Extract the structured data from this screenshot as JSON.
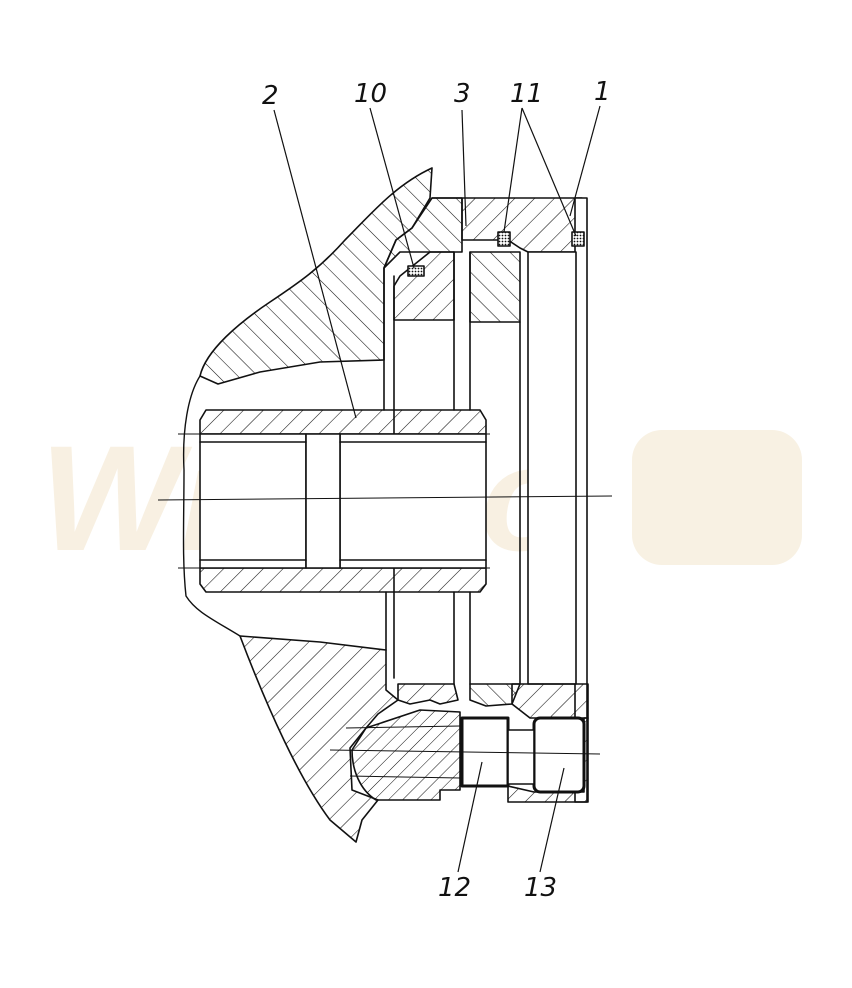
{
  "drawing": {
    "callouts": [
      {
        "id": "2",
        "label": "2"
      },
      {
        "id": "10",
        "label": "10"
      },
      {
        "id": "3",
        "label": "3"
      },
      {
        "id": "11",
        "label": "11"
      },
      {
        "id": "1",
        "label": "1"
      },
      {
        "id": "12",
        "label": "12"
      },
      {
        "id": "13",
        "label": "13"
      }
    ],
    "watermark": {
      "text": "Widako"
    },
    "colors": {
      "line": "#111111",
      "watermark": "#f6ecd9",
      "background": "#ffffff"
    }
  }
}
